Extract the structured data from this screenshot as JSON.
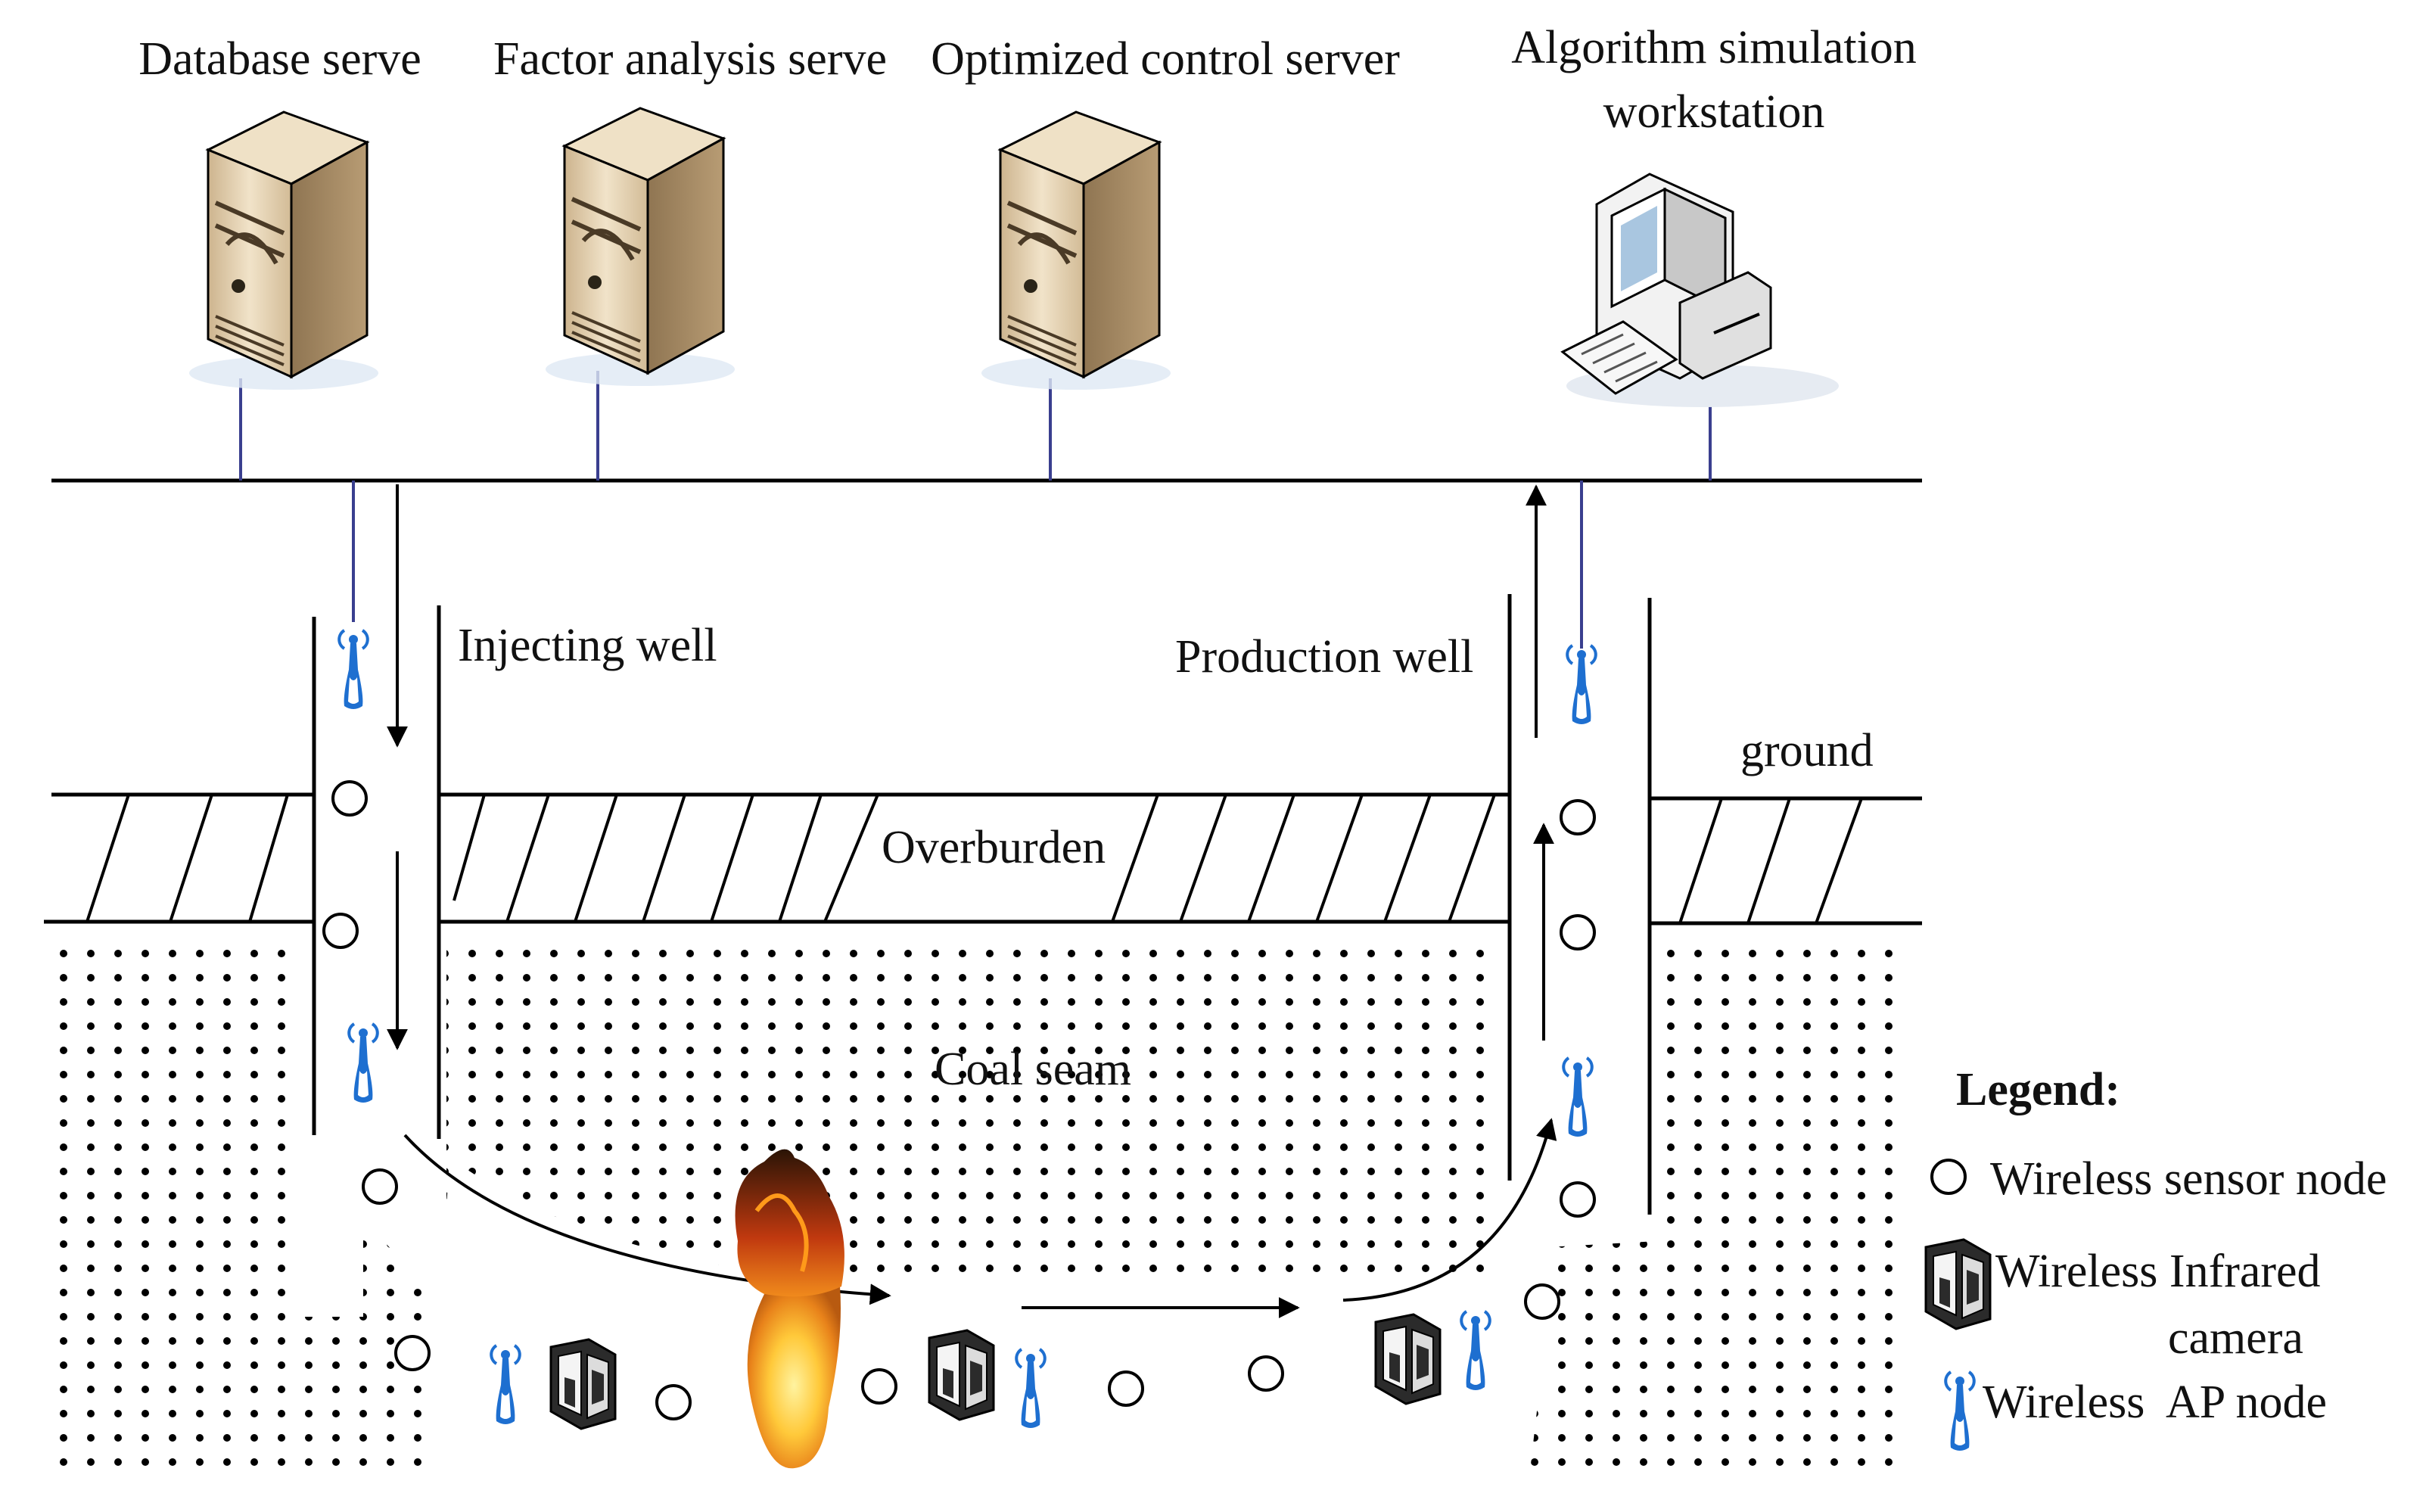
{
  "servers": [
    {
      "label": "Database serve"
    },
    {
      "label": "Factor analysis serve"
    },
    {
      "label": "Optimized control server"
    }
  ],
  "workstation": {
    "label_line1": "Algorithm simulation",
    "label_line2": "workstation"
  },
  "labels": {
    "injecting_well": "Injecting well",
    "production_well": "Production well",
    "ground": "ground",
    "overburden": "Overburden",
    "coal_seam": "Coal seam"
  },
  "legend": {
    "title": "Legend:",
    "items": [
      {
        "label": "Wireless sensor node",
        "icon": "sensor-node-icon"
      },
      {
        "label_line1": "Wireless Infrared",
        "label_line2": "camera",
        "icon": "infrared-camera-icon"
      },
      {
        "label": "Wireless  AP node",
        "icon": "ap-node-icon"
      }
    ]
  },
  "colors": {
    "line": "#000000",
    "network_cable": "#3a3f8f",
    "ap_node": "#1e6fd0",
    "server_body": "#e8d6b8",
    "server_shade": "#b59b74",
    "fire_outer": "#f0a020",
    "fire_inner": "#ffd84a"
  }
}
